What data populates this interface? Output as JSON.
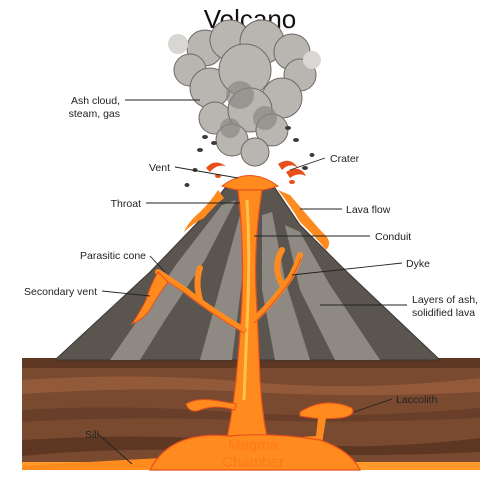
{
  "title": "Volcano",
  "labels": {
    "ash_cloud_1": "Ash cloud,",
    "ash_cloud_2": "steam, gas",
    "vent": "Vent",
    "crater": "Crater",
    "throat": "Throat",
    "lava_flow": "Lava flow",
    "conduit": "Conduit",
    "parasitic_cone": "Parasitic cone",
    "dyke": "Dyke",
    "secondary_vent": "Secondary vent",
    "layers_1": "Layers of ash,",
    "layers_2": "solidified lava",
    "laccolith": "Laccolith",
    "sill": "Sill",
    "magma_1": "Magma",
    "magma_2": "Chamber"
  },
  "colors": {
    "lava": "#ff8a1e",
    "lava_dark": "#e8501a",
    "mountain_dark": "#5b5550",
    "mountain_light": "#8f8984",
    "ground": "#7a4a30",
    "smoke": "#b9b6b2"
  }
}
